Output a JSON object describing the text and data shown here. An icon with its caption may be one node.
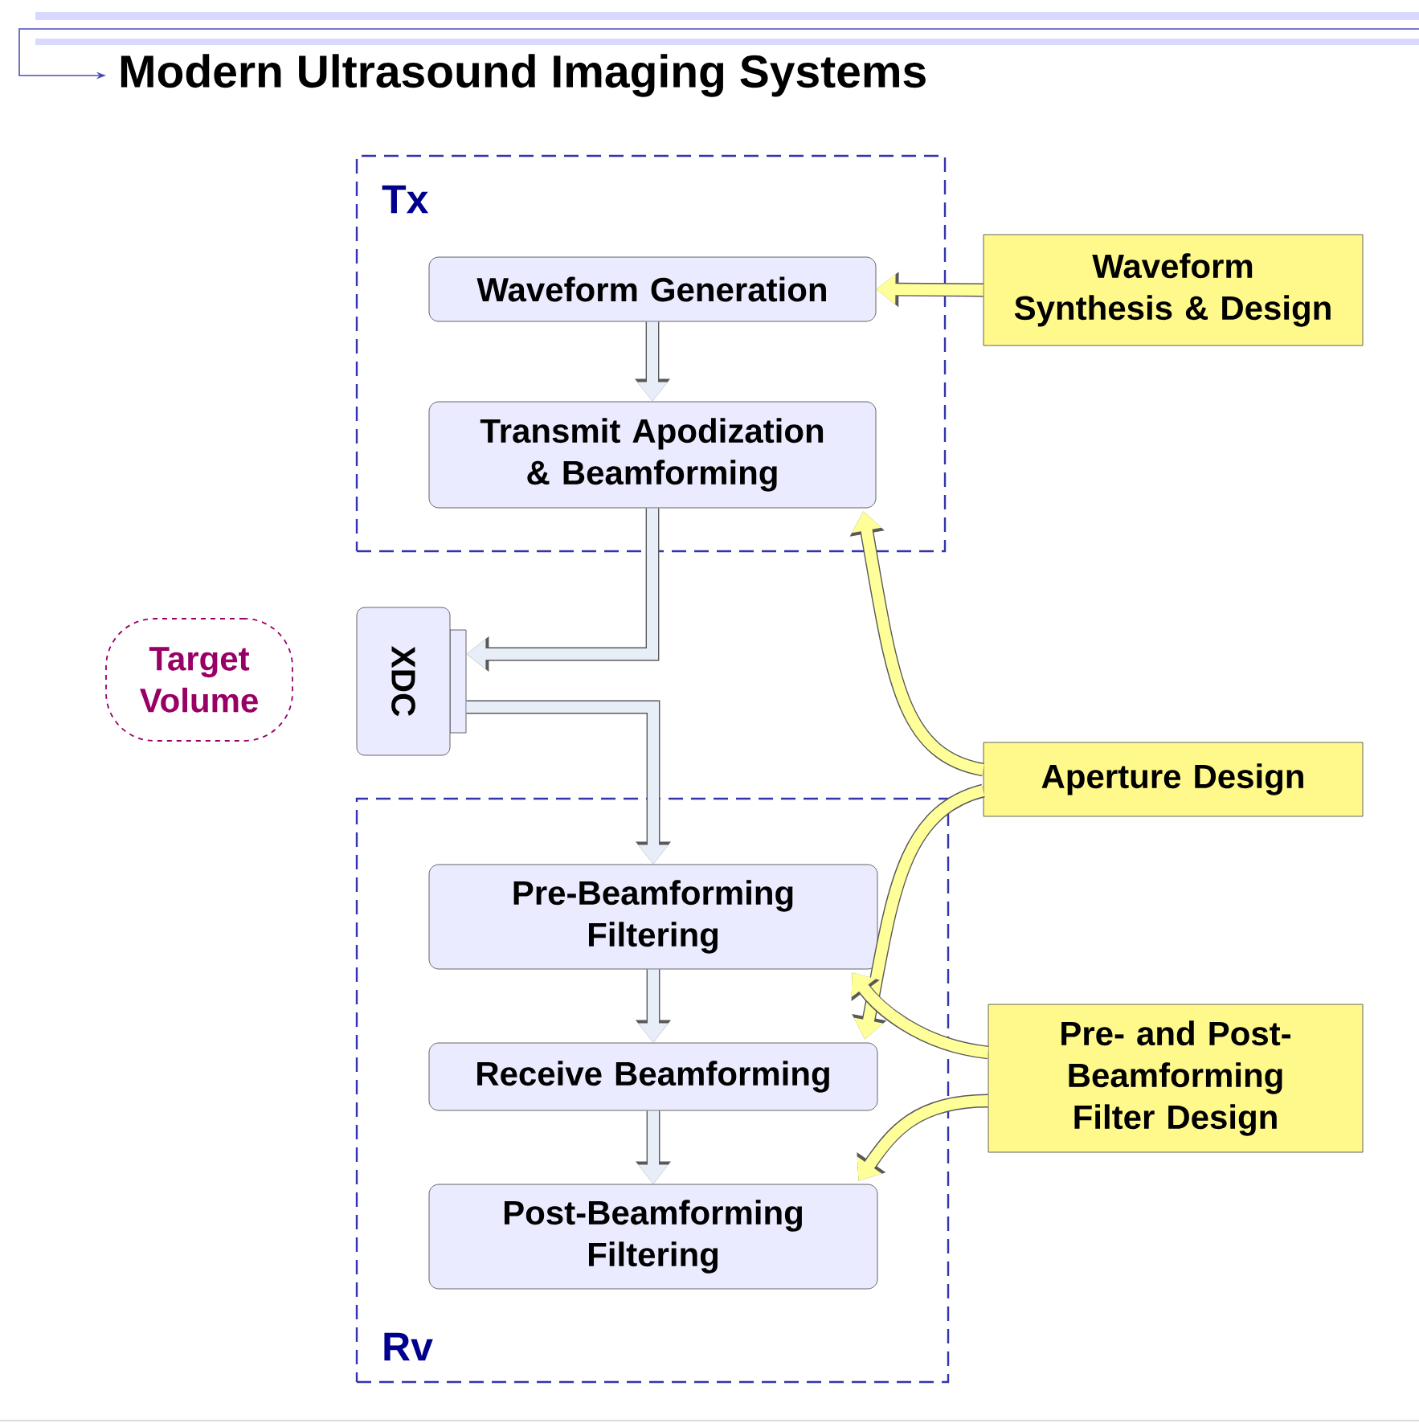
{
  "diagram": {
    "title": "Modern Ultrasound Imaging Systems",
    "nodes": [
      {
        "text": [
          "Tx"
        ]
      },
      {
        "text": [
          "Waveform Generation"
        ],
        "in": 0
      },
      {
        "text": [
          "Transmit Apodization & Beamforming"
        ],
        "in": 0
      },
      {
        "text": [
          "XDC"
        ]
      },
      {
        "text": [
          "Target Volume"
        ]
      },
      {
        "text": [
          "Rv"
        ]
      },
      {
        "text": [
          "Pre-Beamforming Filtering"
        ],
        "in": 5
      },
      {
        "text": [
          "Receive Beamforming"
        ],
        "in": 5
      },
      {
        "text": [
          "Post-Beamforming Filtering"
        ],
        "in": 5
      },
      {
        "text": [
          "Waveform Synthesis & Design"
        ]
      },
      {
        "text": [
          "Aperture Design"
        ]
      },
      {
        "text": [
          "Pre- and Post-Beamforming Filter Design"
        ]
      }
    ],
    "edges": [
      {
        "from": 9,
        "to": 1,
        "arrow": "to",
        "color": "#ffff99"
      },
      {
        "from": 1,
        "to": 2,
        "arrow": "to",
        "color": "#e8eef8"
      },
      {
        "from": 2,
        "to": 3,
        "arrow": "to",
        "color": "#e8eef8"
      },
      {
        "from": 3,
        "to": 6,
        "arrow": "to",
        "color": "#e8eef8"
      },
      {
        "from": 6,
        "to": 7,
        "arrow": "to",
        "color": "#e8eef8"
      },
      {
        "from": 7,
        "to": 8,
        "arrow": "to",
        "color": "#e8eef8"
      },
      {
        "from": 10,
        "to": 2,
        "arrow": "to",
        "color": "#ffff99"
      },
      {
        "from": 10,
        "to": 7,
        "arrow": "to",
        "color": "#ffff99"
      },
      {
        "from": 11,
        "to": 6,
        "arrow": "to",
        "color": "#ffff99"
      },
      {
        "from": 11,
        "to": 8,
        "arrow": "to",
        "color": "#ffff99"
      }
    ]
  }
}
